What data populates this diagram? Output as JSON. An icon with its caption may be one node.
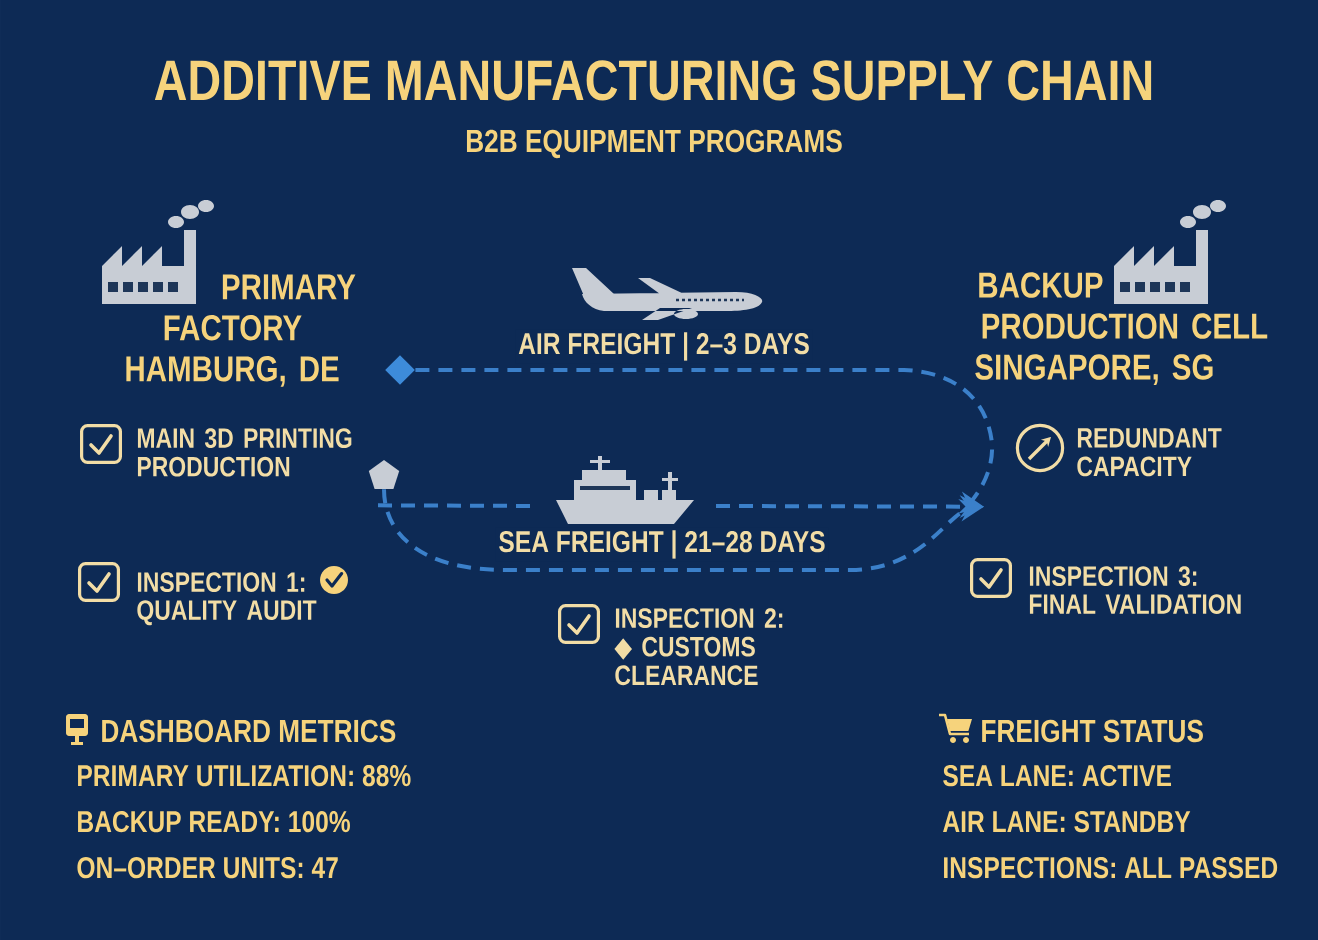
{
  "diagram": {
    "title": "ADDITIVE MANUFACTURING SUPPLY CHAIN",
    "nodes": [
      {
        "text": [
          "PRIMARY FACTORY",
          "HAMBURG, DE"
        ]
      },
      {
        "text": [
          "BACKUP PRODUCTION CELL",
          "SINGAPORE, SG"
        ]
      },
      {
        "text": [],
        "shape": "diamond"
      },
      {
        "text": [
          "MAIN 3D PRINTING PRODUCTION"
        ]
      },
      {
        "text": [
          "REDUNDANT CAPACITY"
        ]
      },
      {
        "text": [],
        "shape": "pentagon"
      }
    ],
    "edges": [
      {
        "from": 2,
        "to": 4,
        "arrow": "to",
        "label": "AIR FREIGHT | 2–3 DAYS",
        "style": "dashed"
      },
      {
        "from": 5,
        "to": 4,
        "arrow": "to",
        "label": "SEA FREIGHT | 21–28 DAYS",
        "style": "dashed"
      },
      {
        "from": 5,
        "to": 4,
        "arrow": "to",
        "style": "dashed"
      }
    ],
    "labels": [
      "B2B EQUIPMENT PROGRAMS",
      "INSPECTION 1: QUALITY AUDIT",
      "INSPECTION 3: FINAL VALIDATION",
      "INSPECTION 2: ◆ CUSTOMS CLEARANCE",
      "DASHBOARD METRICS",
      "PRIMARY UTILIZATION: 88%",
      "BACKUP READY: 100%",
      "ON–ORDER UNITS: 47",
      "FREIGHT STATUS",
      "SEA LANE: ACTIVE",
      "AIR LANE: STANDBY",
      "INSPECTIONS: ALL PASSED"
    ]
  }
}
